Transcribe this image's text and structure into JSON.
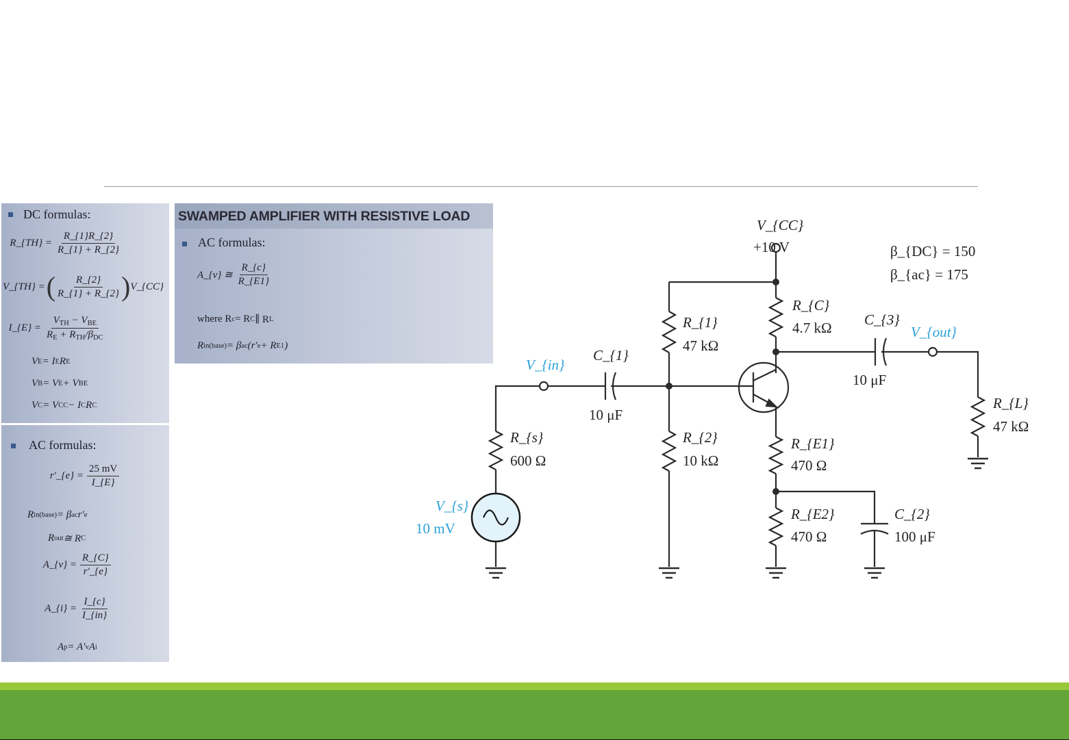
{
  "dc_panel": {
    "title": "DC formulas:",
    "rth": {
      "lhs": "R_{TH} =",
      "num": "R_{1}R_{2}",
      "den": "R_{1} + R_{2}"
    },
    "vth": {
      "lhs": "V_{TH} =",
      "open": "(",
      "num": "R_{2}",
      "den": "R_{1} + R_{2}",
      "close": ")",
      "rhs": "V_{CC}"
    },
    "ie": {
      "lhs": "I_{E} =",
      "num": "V_{TH} − V_{BE}",
      "den": "R_{E} + R_{TH}/β_{DC}"
    },
    "ve": "V_{E} = I_{E}R_{E}",
    "vb": "V_{B} = V_{E} + V_{BE}",
    "vc": "V_{C} = V_{CC} − I_{C}R_{C}"
  },
  "ac_panel": {
    "title": "AC formulas:",
    "re": {
      "lhs": "r′_{e} =",
      "num": "25 mV",
      "den": "I_{E}"
    },
    "rin": "R_{in(base)} = β_{ac}r′_{e}",
    "rout": "R_{out} ≅ R_{C}",
    "av": {
      "lhs": "A_{v} =",
      "num": "R_{C}",
      "den": "r′_{e}"
    },
    "ai": {
      "lhs": "A_{i} =",
      "num": "I_{c}",
      "den": "I_{in}"
    },
    "ap": "A_{p} = A′_{v}A_{i}"
  },
  "swamped_panel": {
    "header": "SWAMPED AMPLIFIER WITH RESISTIVE LOAD",
    "title": "AC formulas:",
    "av": {
      "lhs": "A_{v} ≅",
      "num": "R_{c}",
      "den": "R_{E1}"
    },
    "where": "where R_{c} = R_{C} ∥ R_{L}",
    "rin": "R_{in(base)} = β_{ac}(r′_{e} + R_{E1})"
  },
  "circuit": {
    "vcc_name": "V_{CC}",
    "vcc_value": "+10 V",
    "beta_dc": "β_{DC} = 150",
    "beta_ac": "β_{ac} = 175",
    "r1": {
      "name": "R_{1}",
      "value": "47 kΩ"
    },
    "r2": {
      "name": "R_{2}",
      "value": "10 kΩ"
    },
    "rc": {
      "name": "R_{C}",
      "value": "4.7 kΩ"
    },
    "re1": {
      "name": "R_{E1}",
      "value": "470 Ω"
    },
    "re2": {
      "name": "R_{E2}",
      "value": "470 Ω"
    },
    "rl": {
      "name": "R_{L}",
      "value": "47 kΩ"
    },
    "rs": {
      "name": "R_{s}",
      "value": "600 Ω"
    },
    "c1": {
      "name": "C_{1}",
      "value": "10 μF"
    },
    "c2": {
      "name": "C_{2}",
      "value": "100 μF"
    },
    "c3": {
      "name": "C_{3}",
      "value": "10 μF"
    },
    "vin": "V_{in}",
    "vout": "V_{out}",
    "vs": {
      "name": "V_{s}",
      "value": "10 mV"
    }
  },
  "colors": {
    "accent_blue": "#2aa0d8",
    "bar_light": "#99c93a",
    "bar_dark": "#63a538"
  }
}
